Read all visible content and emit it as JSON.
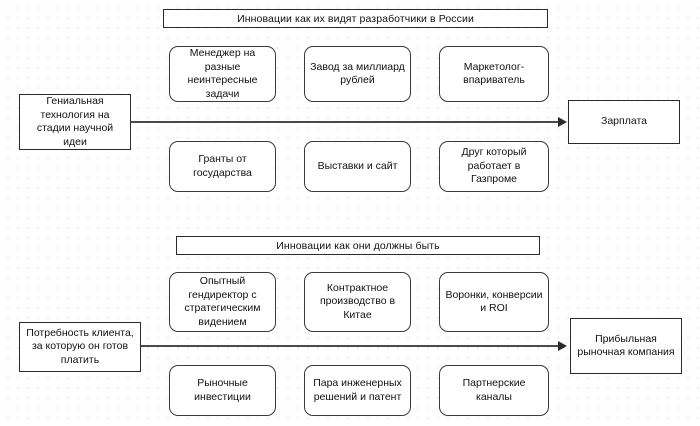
{
  "diagram": {
    "title_developers": "Инновации как их видят разработчики в России",
    "title_ideal": "Инновации как они должны быть"
  },
  "section_developers": {
    "source": "Гениальная технология на стадии научной идеи",
    "destination": "Зарплата",
    "upper_row": [
      "Менеджер на разные неинтересные задачи",
      "Завод за миллиард рублей",
      "Маркетолог-впариватель"
    ],
    "lower_row": [
      "Гранты от государства",
      "Выставки и сайт",
      "Друг который работает в Газпроме"
    ]
  },
  "section_ideal": {
    "source": "Потребность клиента, за которую он готов платить",
    "destination": "Прибыльная рыночная компания",
    "upper_row": [
      "Опытный гендиректор с стратегическим видением",
      "Контрактное производство в Китае",
      "Воронки, конверсии и ROI"
    ],
    "lower_row": [
      "Рыночные инвестиции",
      "Пара инженерных решений и патент",
      "Партнерские каналы"
    ]
  },
  "icons": {
    "flow_arrow": "arrow-right-icon"
  },
  "colors": {
    "background": "#ffffff",
    "grid_dot": "#ececed",
    "box_border": "#2b2b2b",
    "rounded_box_border": "#3a3a3a",
    "connector": "#4a4a4a",
    "text": "#111111"
  }
}
